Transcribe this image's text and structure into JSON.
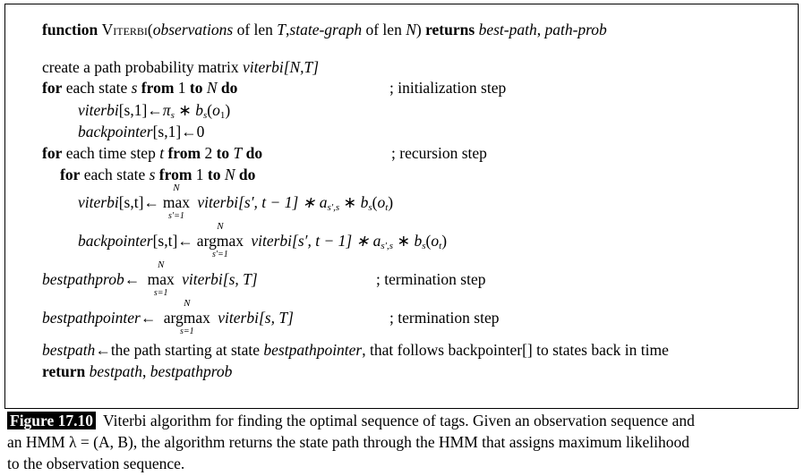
{
  "header": {
    "function_kw": "function",
    "name": "Viterbi",
    "args1": "observations",
    "args2": " of len ",
    "T": "T",
    "args3": ",",
    "args4": "state-graph",
    "args5": " of len ",
    "N": "N",
    "args6": ")",
    "returns_kw": "returns",
    "ret1": "best-path",
    "ret2": ", ",
    "ret3": "path-prob"
  },
  "lines": {
    "create": "create a path probability matrix ",
    "create_var": "viterbi[N,T]",
    "for1_a": "for",
    "for1_b": " each state ",
    "for1_s": "s",
    "for1_c": "from",
    "for1_d": " 1 ",
    "for1_e": "to",
    "for1_N": "N",
    "for1_f": "do",
    "init_comment": "; initialization step",
    "init1_a": "viterbi",
    "init1_b": "[s,1]←",
    "init1_pi": "π",
    "init1_s": "s",
    "init1_c": " ∗ ",
    "init1_bs": "b",
    "init1_sub": "s",
    "init1_d": "(",
    "init1_o": "o",
    "init1_1": "1",
    "init1_e": ")",
    "init2_a": "backpointer",
    "init2_b": "[s,1]←0",
    "for2_a": "for",
    "for2_b": " each time step ",
    "for2_t": "t",
    "for2_c": "from",
    "for2_d": " 2 ",
    "for2_e": "to",
    "for2_T": "T",
    "for2_f": "do",
    "rec_comment": "; recursion step",
    "for3_a": "for",
    "for3_b": " each state ",
    "for3_s": "s",
    "for3_c": "from",
    "for3_d": " 1 ",
    "for3_e": "to",
    "for3_N": "N",
    "for3_f": "do",
    "rec1_a": "viterbi",
    "rec1_b": "[s,t]←",
    "max": "max",
    "argmax": "argmax",
    "op_up": "N",
    "op_dn_prime": "s′=1",
    "op_dn": "s=1",
    "rec_expr_v": "viterbi",
    "rec_expr_b": "[s′, t − 1] ∗ ",
    "rec_a": "a",
    "rec_a_sub": "s′,s",
    "rec_mid": " ∗ ",
    "rec_b": "b",
    "rec_b_sub": "s",
    "rec_paren": "(",
    "rec_o": "o",
    "rec_o_sub": "t",
    "rec_close": ")",
    "rec2_a": "backpointer",
    "rec2_b": "[s,t]←",
    "term1_a": "bestpathprob",
    "arrow": "←",
    "term_v": "viterbi",
    "term_b": "[s, T]",
    "term_comment": "; termination step",
    "term2_a": "bestpathpointer",
    "bp_a": "bestpath",
    "bp_b": "←the path starting at state ",
    "bp_c": "bestpathpointer",
    "bp_d": ", that follows backpointer[] to states back in time",
    "ret_kw": "return",
    "ret_a": "bestpath",
    "ret_b": ", ",
    "ret_c": "bestpathprob"
  },
  "caption": {
    "label": "Figure 17.10",
    "line1": "Viterbi algorithm for finding the optimal sequence of tags. Given an observation sequence and",
    "line2": "an HMM λ = (A, B), the algorithm returns the state path through the HMM that assigns maximum likelihood",
    "line3": "to the observation sequence."
  }
}
